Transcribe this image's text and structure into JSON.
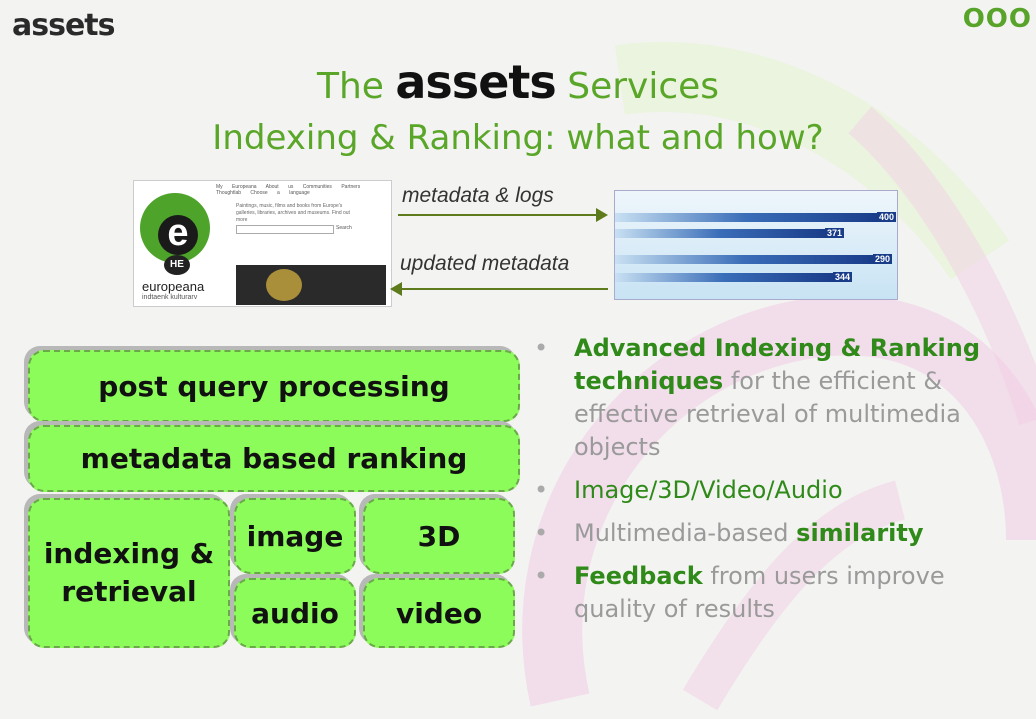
{
  "header": {
    "logo_text": "assets",
    "corner_dots": "OOO"
  },
  "title": {
    "prefix": "The",
    "brand": "assets",
    "suffix": "Services",
    "subtitle": "Indexing & Ranking: what and how?"
  },
  "europeana": {
    "nav": "My Europeana About us Communities Partners Thoughtlab Choose a language",
    "description": "Paintings, music, films and books from Europe's galleries, libraries, archives and museums. Find out more",
    "search_button": "Search",
    "name": "europeana",
    "subname": "indtaenk kulturarv",
    "badge": "HE"
  },
  "arrows": {
    "top_label": "metadata  & logs",
    "bottom_label": "updated metadata"
  },
  "chart_bars": {
    "labels": [
      "400",
      "371",
      "290",
      "344"
    ]
  },
  "boxes": {
    "post_query": "post query processing",
    "metadata_ranking": "metadata based ranking",
    "indexing": "indexing & retrieval",
    "image": "image",
    "three_d": "3D",
    "audio": "audio",
    "video": "video"
  },
  "bullets": [
    {
      "bold": "Advanced Indexing & Ranking techniques",
      "rest": " for the efficient & effective retrieval of multimedia objects"
    },
    {
      "text": "Image/3D/Video/Audio"
    },
    {
      "text": "Multimedia-based ",
      "bold": "similarity"
    },
    {
      "bold": "Feedback",
      "rest": " from users improve quality of results"
    }
  ],
  "colors": {
    "title_green": "#5aa629",
    "box_fill": "#8cfc5a",
    "bullet_green": "#2f8a19",
    "bullet_gray": "#9a9a9a",
    "swirl_pink": "#f1cfe6"
  }
}
